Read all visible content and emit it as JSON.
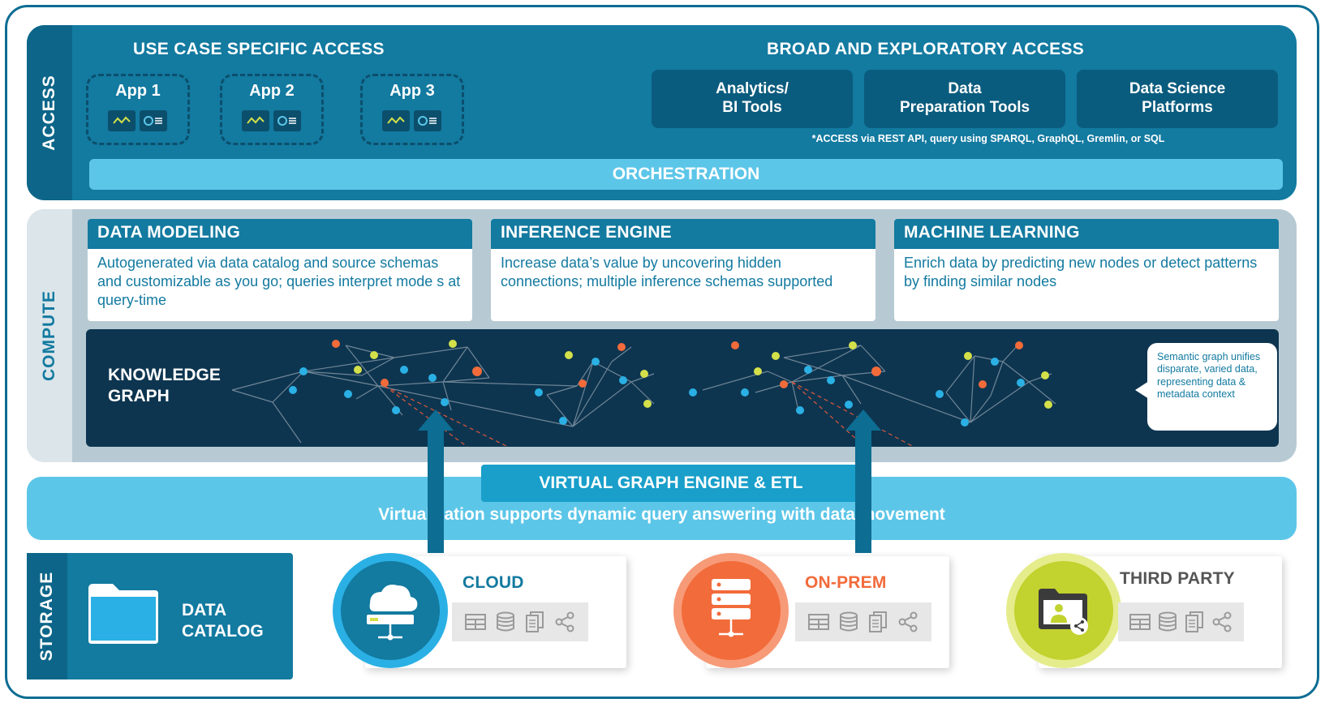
{
  "access": {
    "label": "ACCESS",
    "use_case_heading": "USE CASE SPECIFIC ACCESS",
    "broad_heading": "BROAD AND EXPLORATORY ACCESS",
    "apps": [
      "App 1",
      "App 2",
      "App 3"
    ],
    "tools": [
      "Analytics/\nBI Tools",
      "Data\nPreparation Tools",
      "Data Science\nPlatforms"
    ],
    "note": "*ACCESS via REST API, query using SPARQL, GraphQL, Gremlin, or SQL",
    "orchestration": "ORCHESTRATION"
  },
  "compute": {
    "label": "COMPUTE",
    "cards": [
      {
        "title": "DATA MODELING",
        "body": "Autogenerated via data catalog and source schemas and customizable as you go; queries interpret mode s at query-time"
      },
      {
        "title": "INFERENCE ENGINE",
        "body": "Increase data’s value by uncovering hidden connections; multiple inference schemas supported"
      },
      {
        "title": "MACHINE LEARNING",
        "body": "Enrich data by predicting new nodes or detect patterns by finding similar nodes"
      }
    ],
    "knowledge_graph_title": "KNOWLEDGE\nGRAPH",
    "bubble": "Semantic graph unifies disparate, varied data, representing data & metadata context"
  },
  "virtual": {
    "title": "VIRTUAL GRAPH ENGINE & ETL",
    "subtitle": "Virtualization supports dynamic query answering with data movement"
  },
  "storage": {
    "label": "STORAGE",
    "catalog": "DATA\nCATALOG",
    "sources": [
      {
        "name": "CLOUD",
        "color": "#137aa0"
      },
      {
        "name": "ON-PREM",
        "color": "#f26b3a"
      },
      {
        "name": "THIRD PARTY",
        "color": "#555555"
      }
    ]
  },
  "colors": {
    "primary": "#137aa0",
    "dark": "#0d3550",
    "light": "#5cc6e8",
    "orange": "#f26b3a",
    "yellow": "#d4e04a",
    "node_blue": "#2ab0e4"
  }
}
